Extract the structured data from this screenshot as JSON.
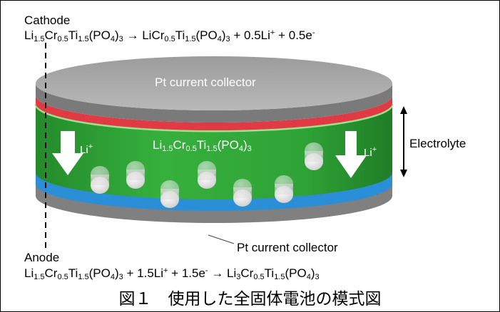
{
  "cathode": {
    "label": "Cathode",
    "eq": [
      "Li",
      "1.5",
      "Cr",
      "0.5",
      "Ti",
      "1.5",
      "(PO",
      "4",
      ")",
      "3",
      " → LiCr",
      "0.5",
      "Ti",
      "1.5",
      "(PO",
      "4",
      ")",
      "3",
      " + 0.5Li",
      "+",
      " + 0.5e",
      "-"
    ]
  },
  "anode": {
    "label": "Anode",
    "eq": [
      "Li",
      "1.5",
      "Cr",
      "0.5",
      "Ti",
      "1.5",
      "(PO",
      "4",
      ")",
      "3",
      " + 1.5Li",
      "+",
      " + 1.5e",
      "-",
      " → Li",
      "3",
      "Cr",
      "0.5",
      "Ti",
      "1.5",
      "(PO",
      "4",
      ")",
      "3"
    ]
  },
  "battery": {
    "top_collector_label": "Pt current collector",
    "bottom_collector_label": "Pt current collector",
    "electrolyte_formula": [
      "Li",
      "1.5",
      "Cr",
      "0.5",
      "Ti",
      "1.5",
      "(PO",
      "4",
      ")",
      "3"
    ],
    "electrolyte_label": "Electrolyte",
    "li_ion_left": [
      "Li",
      "+"
    ],
    "li_ion_right": [
      "Li",
      "+"
    ]
  },
  "caption": "図１　使用した全固体電池の模式図",
  "colors": {
    "pt_top": "#a9a9a9",
    "pt_side": "#777777",
    "cathode_layer": "#e03a45",
    "electrolyte": "#2fa336",
    "anode_layer": "#2b8fd8",
    "ion_sphere": "#e6e6e6"
  }
}
